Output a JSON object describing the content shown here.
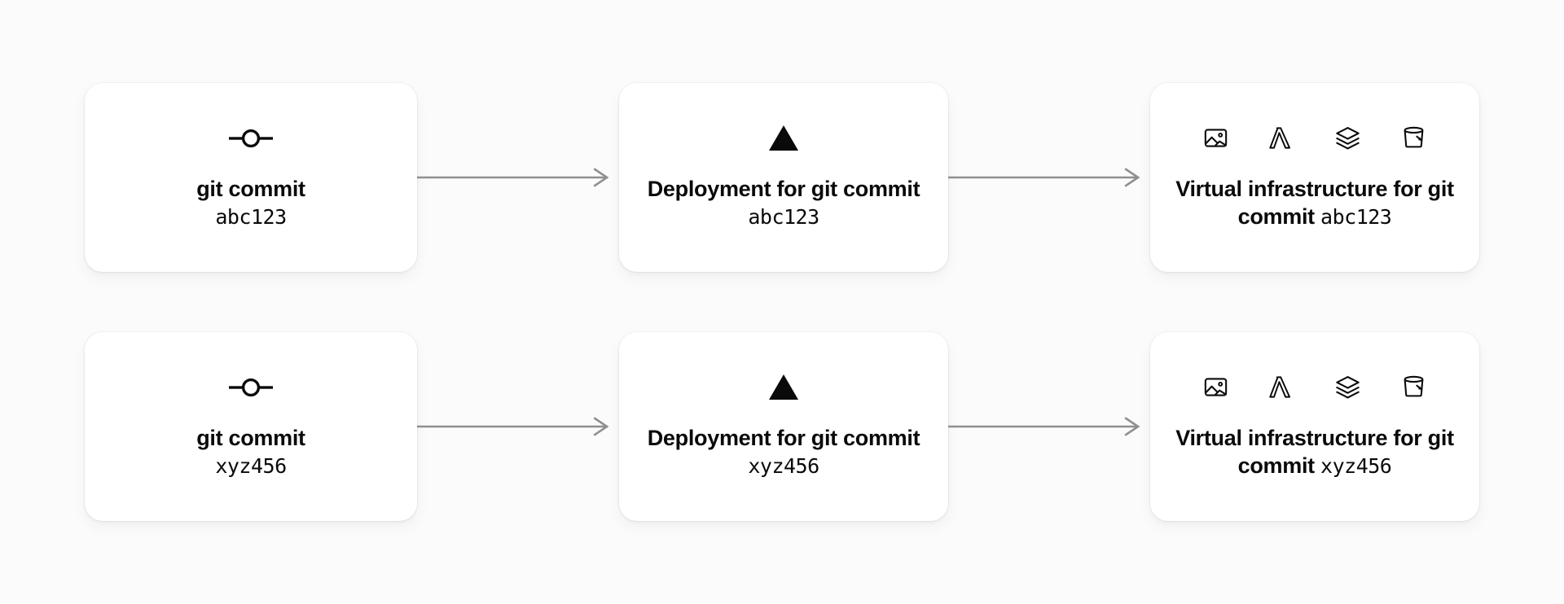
{
  "background_color": "#fbfbfb",
  "card_color": "#ffffff",
  "text_color": "#0a0a0a",
  "arrow_color": "#8f8f8f",
  "rows": [
    {
      "commit_hash": "abc123",
      "commit": {
        "icon": "git-commit-icon",
        "title": "git commit",
        "hash": "abc123"
      },
      "deployment": {
        "icon": "vercel-triangle-icon",
        "title": "Deployment for git commit",
        "hash": "abc123"
      },
      "infrastructure": {
        "icons": [
          "image-icon",
          "lambda-icon",
          "layers-icon",
          "bucket-icon"
        ],
        "title": "Virtual infrastructure for git commit",
        "hash": "abc123"
      }
    },
    {
      "commit_hash": "xyz456",
      "commit": {
        "icon": "git-commit-icon",
        "title": "git commit",
        "hash": "xyz456"
      },
      "deployment": {
        "icon": "vercel-triangle-icon",
        "title": "Deployment for git commit",
        "hash": "xyz456"
      },
      "infrastructure": {
        "icons": [
          "image-icon",
          "lambda-icon",
          "layers-icon",
          "bucket-icon"
        ],
        "title": "Virtual infrastructure for git commit",
        "hash": "xyz456"
      }
    }
  ]
}
